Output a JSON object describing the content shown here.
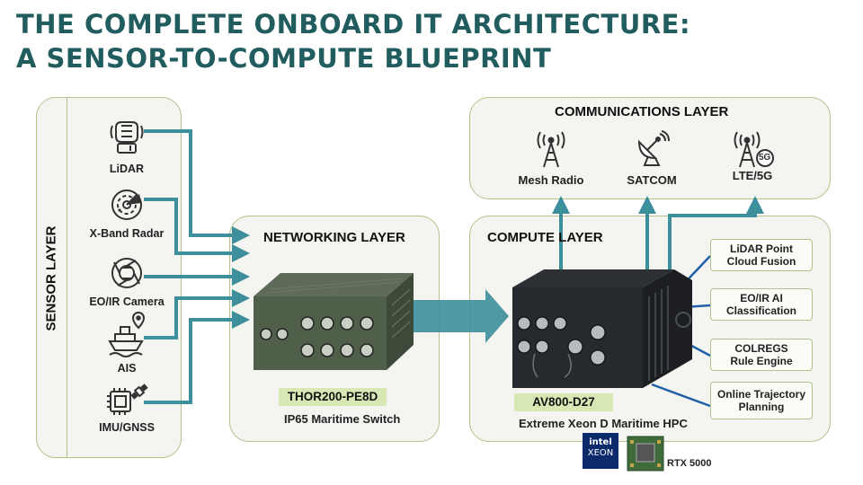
{
  "title": {
    "line1": "THE COMPLETE ONBOARD IT ARCHITECTURE:",
    "line2": "A SENSOR-TO-COMPUTE BLUEPRINT"
  },
  "sensor_layer": {
    "label": "SENSOR LAYER",
    "items": [
      {
        "label": "LiDAR",
        "icon": "lidar-icon"
      },
      {
        "label": "X-Band Radar",
        "icon": "radar-icon"
      },
      {
        "label": "EO/IR Camera",
        "icon": "camera-aperture-icon"
      },
      {
        "label": "AIS",
        "icon": "ship-location-icon"
      },
      {
        "label": "IMU/GNSS",
        "icon": "chip-satellite-icon"
      }
    ]
  },
  "networking_layer": {
    "label": "NETWORKING LAYER",
    "product": "THOR200-PE8D",
    "description": "IP65 Maritime Switch"
  },
  "compute_layer": {
    "label": "COMPUTE LAYER",
    "product": "AV800-D27",
    "description": "Extreme Xeon D Maritime HPC",
    "functions": [
      "LiDAR Point\nCloud Fusion",
      "EO/IR AI\nClassification",
      "COLREGS\nRule Engine",
      "Online Trajectory\nPlanning"
    ]
  },
  "communications_layer": {
    "label": "COMMUNICATIONS  LAYER",
    "items": [
      {
        "label": "Mesh Radio",
        "icon": "radio-tower-icon"
      },
      {
        "label": "SATCOM",
        "icon": "satellite-dish-icon"
      },
      {
        "label": "LTE/5G",
        "icon": "cell-tower-5g-icon"
      }
    ],
    "badge_5g": "5G"
  },
  "badges": {
    "intel_line1": "intel",
    "intel_line2": "XEON",
    "gpu_label": "RTX 5000"
  },
  "colors": {
    "title": "#215c5f",
    "arrow": "#3d8f9b",
    "panel_border": "#aec48c",
    "panel_fill": "#f4f4f1",
    "tag_fill": "#d7e8b4",
    "connector_blue": "#1f5fa8"
  }
}
